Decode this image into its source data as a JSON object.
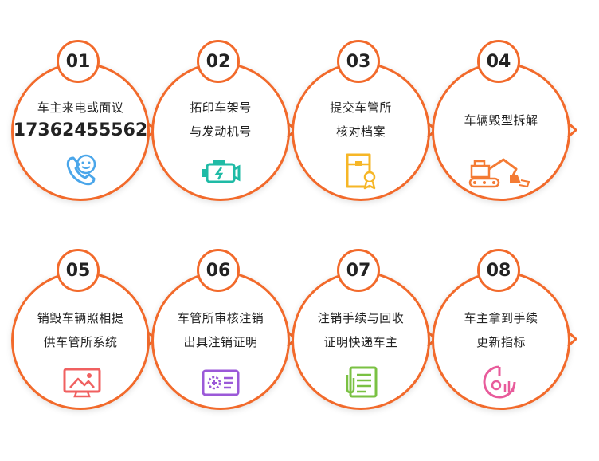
{
  "steps": [
    {
      "num": "01",
      "lines": [
        "车主来电或面议"
      ],
      "phone": "17362455562",
      "icon": "phone-smile-icon"
    },
    {
      "num": "02",
      "lines": [
        "拓印车架号",
        "与发动机号"
      ],
      "icon": "engine-icon"
    },
    {
      "num": "03",
      "lines": [
        "提交车管所",
        "核对档案"
      ],
      "icon": "document-folder-icon"
    },
    {
      "num": "04",
      "lines": [
        "车辆毁型拆解"
      ],
      "icon": "excavator-icon"
    },
    {
      "num": "05",
      "lines": [
        "销毁车辆照相提",
        "供车管所系统"
      ],
      "icon": "monitor-photo-icon"
    },
    {
      "num": "06",
      "lines": [
        "车管所审核注销",
        "出具注销证明"
      ],
      "icon": "certificate-card-icon"
    },
    {
      "num": "07",
      "lines": [
        "注销手续与回收",
        "证明快递车主"
      ],
      "icon": "document-clip-icon"
    },
    {
      "num": "08",
      "lines": [
        "车主拿到手续",
        "更新指标"
      ],
      "icon": "progress-dial-icon"
    }
  ],
  "colors": {
    "accent": "#f26a2b",
    "icon_blue": "#4aa6ea",
    "icon_teal": "#1fbba6",
    "icon_yellow": "#f6b626",
    "icon_orange": "#f47b34",
    "icon_red": "#f06060",
    "icon_purple": "#9b59d8",
    "icon_green": "#7ac143",
    "icon_pink": "#e85b9b"
  }
}
